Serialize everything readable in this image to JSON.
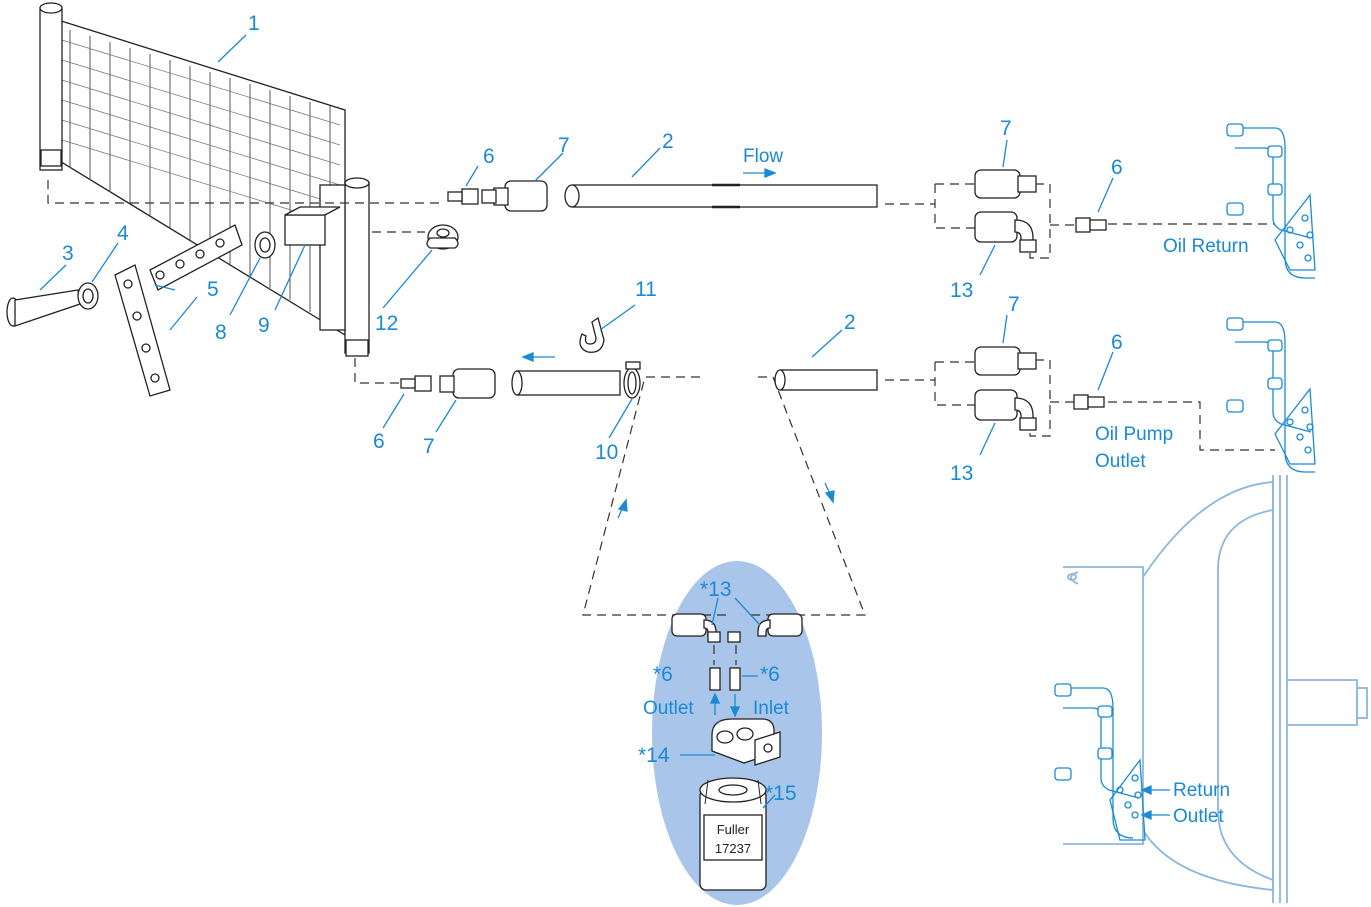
{
  "callouts": {
    "c1": "1",
    "c2a": "2",
    "c2b": "2",
    "c3": "3",
    "c4": "4",
    "c5": "5",
    "c6a": "6",
    "c6b": "6",
    "c6c": "6",
    "c6d": "6",
    "c7a": "7",
    "c7b": "7",
    "c7c": "7",
    "c7d": "7",
    "c8": "8",
    "c9": "9",
    "c10": "10",
    "c11": "11",
    "c12": "12",
    "c13a": "13",
    "c13b": "13",
    "s13": "*13",
    "s6a": "*6",
    "s6b": "*6",
    "s14": "*14",
    "s15": "*15"
  },
  "labels": {
    "flow": "Flow",
    "oil_return": "Oil Return",
    "oil_pump_outlet_1": "Oil Pump",
    "oil_pump_outlet_2": "Outlet",
    "outlet": "Outlet",
    "inlet": "Inlet",
    "return": "Return",
    "outlet_2": "Outlet"
  },
  "filter": {
    "brand": "Fuller",
    "part": "17237"
  },
  "colors": {
    "callout": "#1a8ad4",
    "highlight": "#a9c5ea",
    "line": "#222222",
    "light_line": "#8eb6dd"
  }
}
